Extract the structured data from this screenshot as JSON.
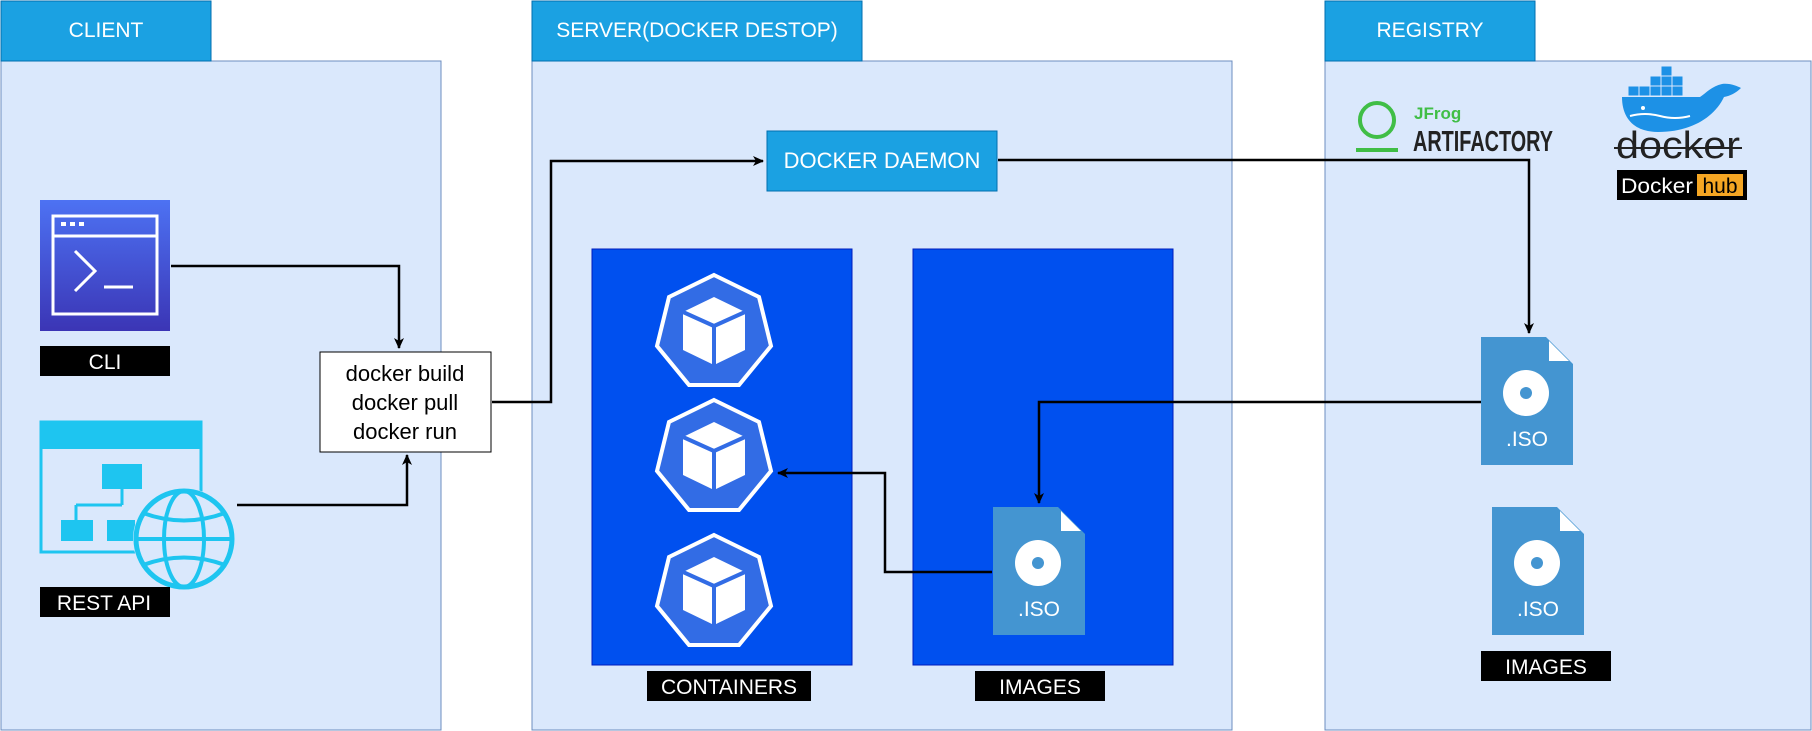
{
  "sections": {
    "client": {
      "label": "CLIENT"
    },
    "server": {
      "label": "SERVER(DOCKER DESTOP)"
    },
    "registry": {
      "label": "REGISTRY"
    }
  },
  "client": {
    "cli_label": "CLI",
    "rest_api_label": "REST API"
  },
  "commands": [
    "docker build",
    "docker pull",
    "docker run"
  ],
  "server": {
    "daemon_label": "DOCKER DAEMON",
    "containers_label": "CONTAINERS",
    "images_label": "IMAGES",
    "image_file_label": ".ISO"
  },
  "registry": {
    "artifactory_brand": "JFrog",
    "artifactory_name": "ARTIFACTORY",
    "docker_wordmark": "docker",
    "dockerhub_left": "Docker",
    "dockerhub_right": "hub",
    "image_file_label": ".ISO",
    "images_label": "IMAGES"
  },
  "colors": {
    "panel_fill": "#dae8fc",
    "panel_stroke": "#6c8ebf",
    "tab_fill": "#1ba1e2",
    "blue_box": "#0050ef",
    "file_icon": "#4495d1",
    "cli_gradient_top": "#4d72f3",
    "cli_gradient_bottom": "#3b35b5",
    "rest_icon": "#1ec5f0",
    "label_bg": "#000000",
    "jfrog_green": "#40be46",
    "dockerhub_orange": "#f5a623",
    "docker_blue": "#1d91e6"
  }
}
